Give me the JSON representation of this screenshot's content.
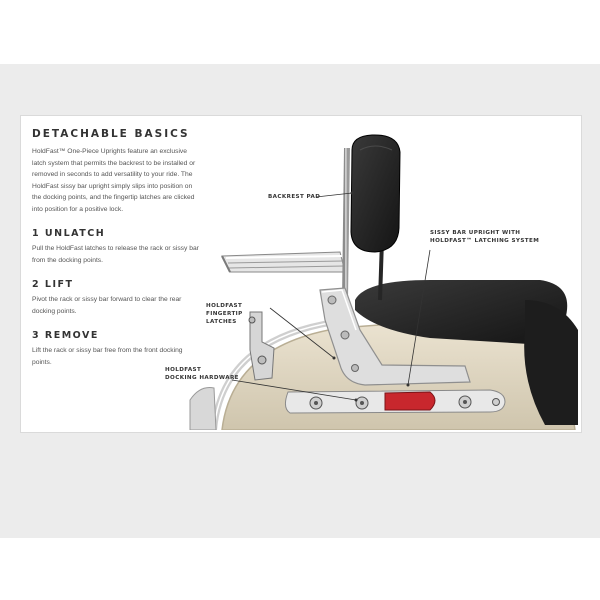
{
  "heading": "DETACHABLE BASICS",
  "intro": "HoldFast™ One-Piece Uprights feature an exclusive latch system that permits the backrest to be installed or removed in seconds to add versatility to your ride. The HoldFast sissy bar upright simply slips into position on the docking points, and the fingertip latches are clicked into position for a positive lock.",
  "steps": [
    {
      "title": "1 UNLATCH",
      "text": "Pull the HoldFast latches to release the rack or sissy bar from the docking points."
    },
    {
      "title": "2 LIFT",
      "text": "Pivot the rack or sissy bar forward to clear the rear docking points."
    },
    {
      "title": "3 REMOVE",
      "text": "Lift the rack or sissy bar free from the front docking points."
    }
  ],
  "callouts": {
    "backrest_pad": "BACKREST PAD",
    "sissy_bar": [
      "SISSY BAR UPRIGHT WITH",
      "HOLDFAST™ LATCHING SYSTEM"
    ],
    "fingertip_latches": [
      "HOLDFAST",
      "FINGERTIP",
      "LATCHES"
    ],
    "docking_hardware": [
      "HOLDFAST",
      "DOCKING HARDWARE"
    ]
  }
}
